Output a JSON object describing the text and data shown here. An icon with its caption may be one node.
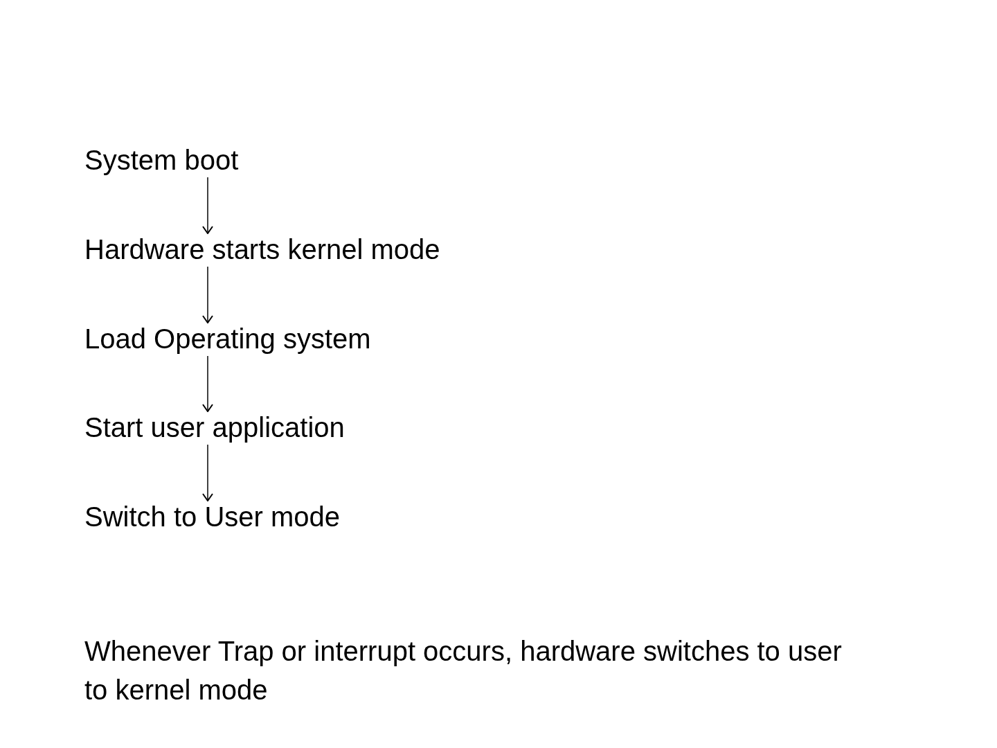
{
  "diagram": {
    "nodes": [
      {
        "text": [
          "System boot"
        ]
      },
      {
        "text": [
          "Hardware starts kernel mode"
        ]
      },
      {
        "text": [
          "Load Operating system"
        ]
      },
      {
        "text": [
          "Start user application"
        ]
      },
      {
        "text": [
          "Switch to User mode"
        ]
      }
    ],
    "edges": [
      {
        "from": 0,
        "to": 1,
        "arrow": "to"
      },
      {
        "from": 1,
        "to": 2,
        "arrow": "to"
      },
      {
        "from": 2,
        "to": 3,
        "arrow": "to"
      },
      {
        "from": 3,
        "to": 4,
        "arrow": "to"
      }
    ],
    "labels": [
      "Whenever Trap or interrupt occurs, hardware switches to user to kernel mode"
    ]
  }
}
